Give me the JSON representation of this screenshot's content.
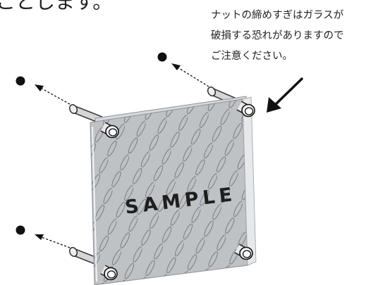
{
  "heading": "ことします。",
  "caution": {
    "lines": [
      "ナットの締めすぎはガラスが",
      "破損する恐れがありますので",
      "ご注意ください。"
    ]
  },
  "sign": {
    "text": "SAMPLE",
    "colors": {
      "panel": "#bfc2c5",
      "panel_edge": "#8e9296",
      "ink": "#1e1e1e"
    }
  }
}
